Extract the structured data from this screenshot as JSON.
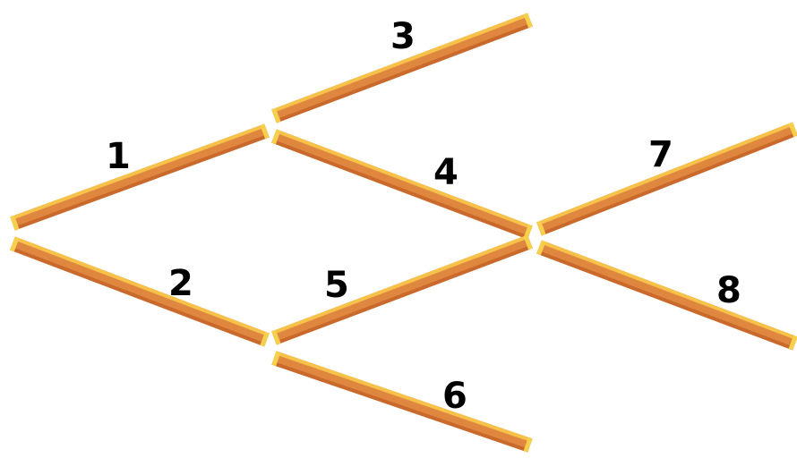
{
  "colors": {
    "stick_body": "#e0873f",
    "stick_highlight": "#f7c24a",
    "stick_shadow": "#c9692b",
    "stick_end": "#f6d04c",
    "label": "#000000",
    "background": "#ffffff"
  },
  "branches": [
    {
      "id": 1,
      "label": "1"
    },
    {
      "id": 2,
      "label": "2"
    },
    {
      "id": 3,
      "label": "3"
    },
    {
      "id": 4,
      "label": "4"
    },
    {
      "id": 5,
      "label": "5"
    },
    {
      "id": 6,
      "label": "6"
    },
    {
      "id": 7,
      "label": "7"
    },
    {
      "id": 8,
      "label": "8"
    }
  ]
}
